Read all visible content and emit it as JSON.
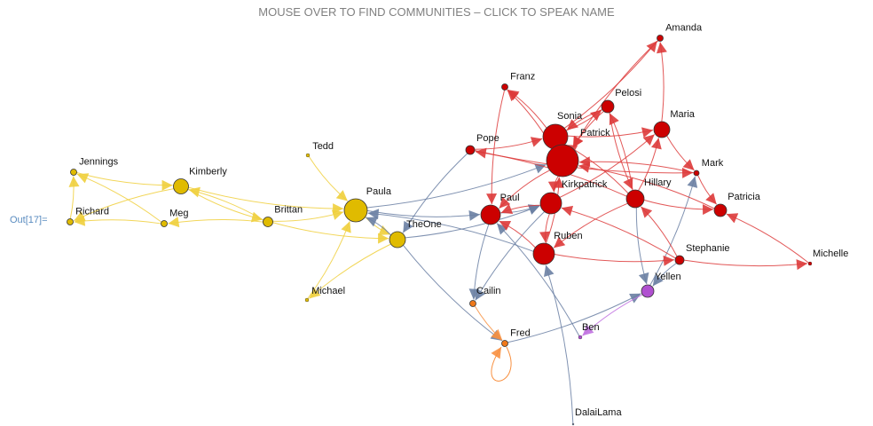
{
  "title": "MOUSE OVER TO FIND COMMUNITIES – CLICK TO SPEAK NAME",
  "out_label": "Out[17]=",
  "colors": {
    "yellow": "#e0bb00",
    "red": "#cc0000",
    "blue": "#6a7fa3",
    "orange": "#f07818",
    "purple": "#b050d0"
  },
  "nodes": [
    {
      "name": "Jennings",
      "community": "yellow"
    },
    {
      "name": "Richard",
      "community": "yellow"
    },
    {
      "name": "Meg",
      "community": "yellow"
    },
    {
      "name": "Kimberly",
      "community": "yellow"
    },
    {
      "name": "Brittan",
      "community": "yellow"
    },
    {
      "name": "Tedd",
      "community": "yellow"
    },
    {
      "name": "Michael",
      "community": "yellow"
    },
    {
      "name": "Paula",
      "community": "yellow"
    },
    {
      "name": "TheOne",
      "community": "yellow"
    },
    {
      "name": "Paul",
      "community": "red"
    },
    {
      "name": "Kirkpatrick",
      "community": "red"
    },
    {
      "name": "Sonia",
      "community": "red"
    },
    {
      "name": "Patrick",
      "community": "red"
    },
    {
      "name": "Pelosi",
      "community": "red"
    },
    {
      "name": "Franz",
      "community": "red"
    },
    {
      "name": "Pope",
      "community": "red"
    },
    {
      "name": "Amanda",
      "community": "red"
    },
    {
      "name": "Maria",
      "community": "red"
    },
    {
      "name": "Mark",
      "community": "red"
    },
    {
      "name": "Hillary",
      "community": "red"
    },
    {
      "name": "Patricia",
      "community": "red"
    },
    {
      "name": "Ruben",
      "community": "red"
    },
    {
      "name": "Stephanie",
      "community": "red"
    },
    {
      "name": "Michelle",
      "community": "red"
    },
    {
      "name": "Yellen",
      "community": "purple"
    },
    {
      "name": "Cailin",
      "community": "orange"
    },
    {
      "name": "Fred",
      "community": "orange"
    },
    {
      "name": "Ben",
      "community": "purple"
    },
    {
      "name": "DalaiLama",
      "community": "blue"
    }
  ],
  "edges": [
    [
      "Jennings",
      "Kimberly",
      "yellow"
    ],
    [
      "Richard",
      "Jennings",
      "yellow"
    ],
    [
      "Meg",
      "Jennings",
      "yellow"
    ],
    [
      "Meg",
      "Richard",
      "yellow"
    ],
    [
      "Kimberly",
      "Richard",
      "yellow"
    ],
    [
      "Kimberly",
      "Paula",
      "yellow"
    ],
    [
      "Kimberly",
      "Brittan",
      "yellow"
    ],
    [
      "Brittan",
      "Kimberly",
      "yellow"
    ],
    [
      "Brittan",
      "Meg",
      "yellow"
    ],
    [
      "Brittan",
      "Paula",
      "yellow"
    ],
    [
      "Brittan",
      "TheOne",
      "yellow"
    ],
    [
      "Tedd",
      "Paula",
      "yellow"
    ],
    [
      "Michael",
      "Paula",
      "yellow"
    ],
    [
      "TheOne",
      "Michael",
      "yellow"
    ],
    [
      "Paula",
      "TheOne",
      "yellow"
    ],
    [
      "Paula",
      "Patrick",
      "blue"
    ],
    [
      "TheOne",
      "Paula",
      "blue"
    ],
    [
      "Paula",
      "Paul",
      "blue"
    ],
    [
      "TheOne",
      "Kirkpatrick",
      "blue"
    ],
    [
      "Paul",
      "Cailin",
      "blue"
    ],
    [
      "Kirkpatrick",
      "Cailin",
      "blue"
    ],
    [
      "Pope",
      "TheOne",
      "blue"
    ],
    [
      "Ruben",
      "Paula",
      "blue"
    ],
    [
      "TheOne",
      "Fred",
      "blue"
    ],
    [
      "Fred",
      "Yellen",
      "blue"
    ],
    [
      "DalaiLama",
      "Ruben",
      "blue"
    ],
    [
      "Ben",
      "Paul",
      "blue"
    ],
    [
      "Hillary",
      "Yellen",
      "blue"
    ],
    [
      "Stephanie",
      "Yellen",
      "blue"
    ],
    [
      "Yellen",
      "Mark",
      "blue"
    ],
    [
      "Paul",
      "Kirkpatrick",
      "blue"
    ],
    [
      "Cailin",
      "Fred",
      "orange"
    ],
    [
      "Fred",
      "Fred",
      "orange"
    ],
    [
      "Yellen",
      "Ben",
      "purple"
    ],
    [
      "Pope",
      "Sonia",
      "red"
    ],
    [
      "Pope",
      "Mark",
      "red"
    ],
    [
      "Franz",
      "Paul",
      "red"
    ],
    [
      "Sonia",
      "Franz",
      "red"
    ],
    [
      "Patrick",
      "Franz",
      "red"
    ],
    [
      "Sonia",
      "Amanda",
      "red"
    ],
    [
      "Amanda",
      "Patrick",
      "red"
    ],
    [
      "Maria",
      "Amanda",
      "red"
    ],
    [
      "Sonia",
      "Pelosi",
      "red"
    ],
    [
      "Pelosi",
      "Sonia",
      "red"
    ],
    [
      "Pelosi",
      "Patrick",
      "red"
    ],
    [
      "Pelosi",
      "Hillary",
      "red"
    ],
    [
      "Hillary",
      "Maria",
      "red"
    ],
    [
      "Hillary",
      "Pelosi",
      "red"
    ],
    [
      "Maria",
      "Mark",
      "red"
    ],
    [
      "Mark",
      "Patricia",
      "red"
    ],
    [
      "Sonia",
      "Maria",
      "red"
    ],
    [
      "Hillary",
      "Pope",
      "red"
    ],
    [
      "Hillary",
      "Patricia",
      "red"
    ],
    [
      "Kirkpatrick",
      "Ruben",
      "red"
    ],
    [
      "Kirkpatrick",
      "Maria",
      "red"
    ],
    [
      "Patrick",
      "Paul",
      "red"
    ],
    [
      "Kirkpatrick",
      "Paul",
      "red"
    ],
    [
      "Ruben",
      "Stephanie",
      "red"
    ],
    [
      "Stephanie",
      "Michelle",
      "red"
    ],
    [
      "Michelle",
      "Patricia",
      "red"
    ],
    [
      "Stephanie",
      "Kirkpatrick",
      "red"
    ],
    [
      "Stephanie",
      "Hillary",
      "red"
    ],
    [
      "Hillary",
      "Ruben",
      "red"
    ],
    [
      "Ruben",
      "Paul",
      "red"
    ],
    [
      "Patricia",
      "Patrick",
      "red"
    ],
    [
      "Hillary",
      "Sonia",
      "red"
    ],
    [
      "Mark",
      "Patrick",
      "red"
    ],
    [
      "Ruben",
      "Patrick",
      "red"
    ],
    [
      "Patrick",
      "Kirkpatrick",
      "red"
    ]
  ]
}
